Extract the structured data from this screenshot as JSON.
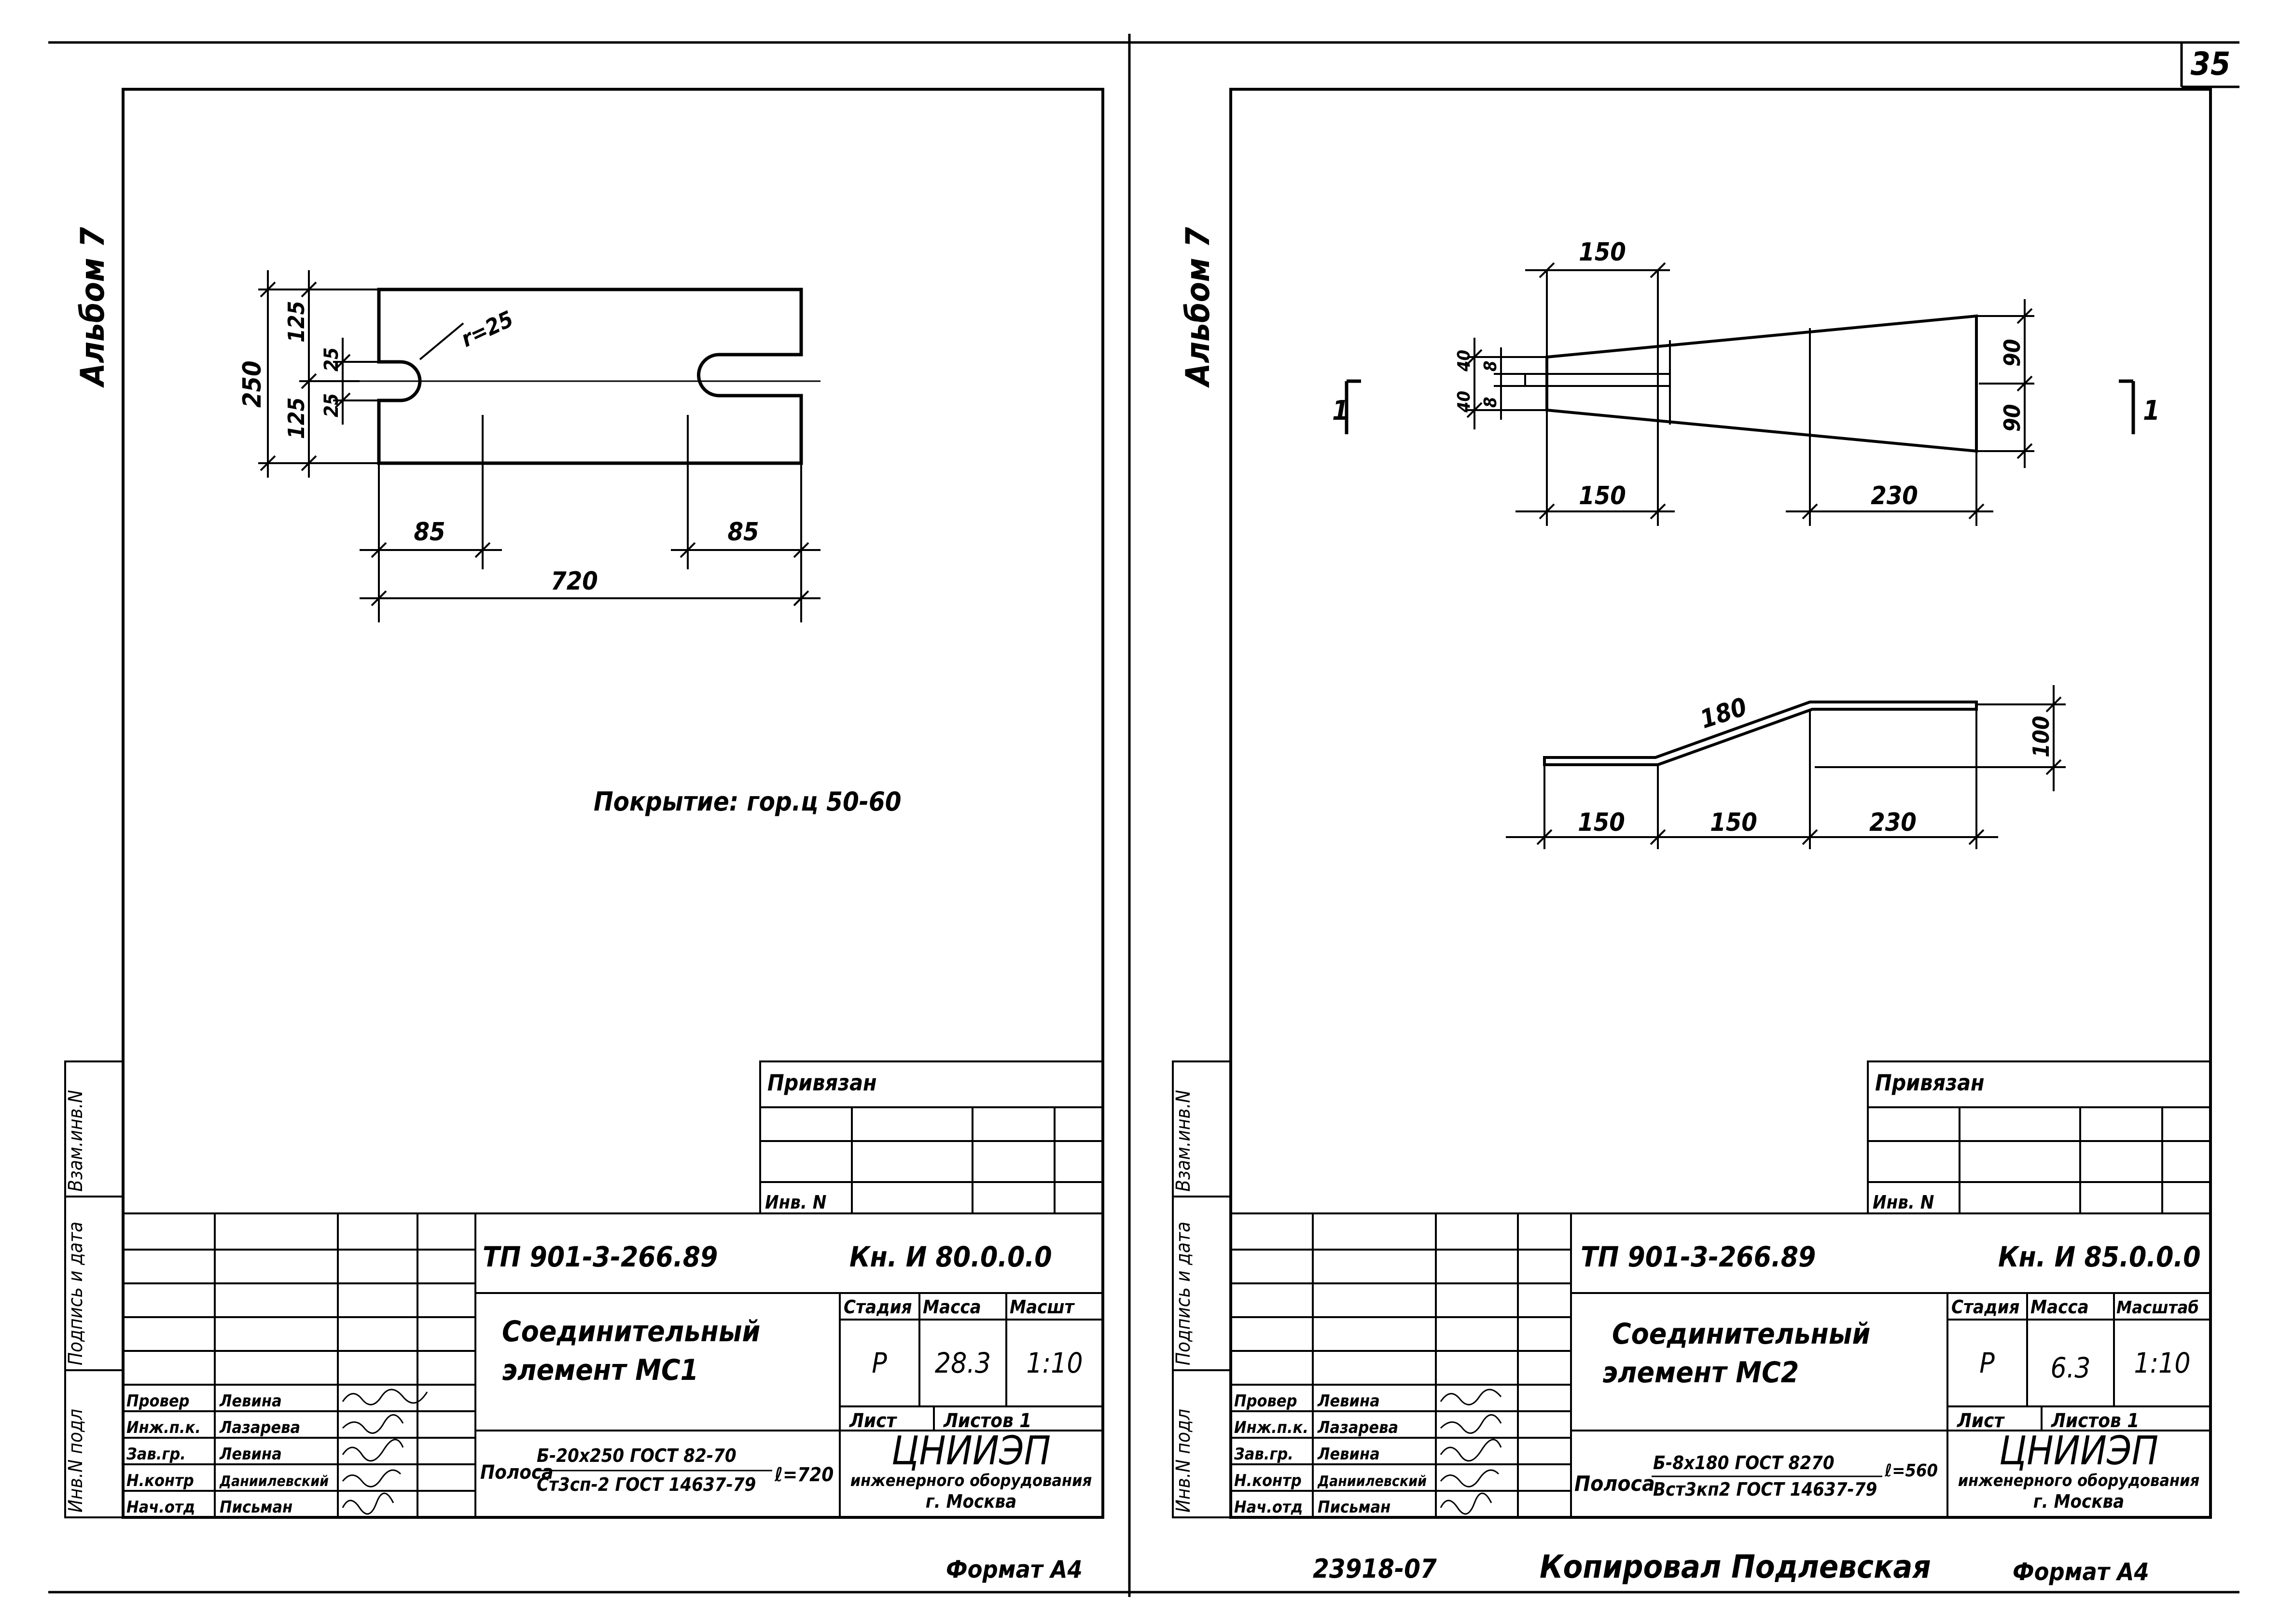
{
  "page_number": "35",
  "left": {
    "album": "Альбом 7",
    "side_stamp": {
      "inv_podl": "Инв.N подл",
      "podp_data": "Подпись и дата",
      "vzam_inv": "Взам.инв.N"
    },
    "dims": {
      "d250": "250",
      "d125a": "125",
      "d125b": "125",
      "d25a": "25",
      "d25b": "25",
      "radius": "r=25",
      "d85a": "85",
      "d85b": "85",
      "d720": "720"
    },
    "coating": "Покрытие: гор.ц 50-60",
    "privyazan": "Привязан",
    "inv_n": "Инв. N",
    "code": "ТП 901-3-266.89",
    "kn": "Кн. И 80.0.0.0",
    "title_line1": "Соединительный",
    "title_line2": "элемент   МС1",
    "h_stadiya": "Стадия",
    "h_massa": "Масса",
    "h_masht": "Масшт",
    "stadiya": "Р",
    "massa": "28.3",
    "masht": "1:10",
    "list": "Лист",
    "listov": "Листов 1",
    "roles": [
      "Провер",
      "Инж.п.к.",
      "Зав.гр.",
      "Н.контр",
      "Нач.отд"
    ],
    "names": [
      "Левина",
      "Лазарева",
      "Левина",
      "Даниилевский",
      "Письман"
    ],
    "material_label": "Полоса",
    "material_top": "Б-20x250 ГОСТ 82-70",
    "material_bottom": "Ст3сп-2 ГОСТ 14637-79",
    "length": "ℓ=720",
    "org": "ЦНИИЭП",
    "org_sub": "инженерного оборудования",
    "org_city": "г. Москва",
    "format": "Формат А4"
  },
  "right": {
    "album": "Альбом 7",
    "side_stamp": {
      "inv_podl": "Инв.N подл",
      "podp_data": "Подпись и дата",
      "vzam_inv": "Взам.инв.N"
    },
    "dims": {
      "top150": "150",
      "d40a": "40",
      "d40b": "40",
      "d8a": "8",
      "d8b": "8",
      "d90a": "90",
      "d90b": "90",
      "bot150": "150",
      "bot230": "230",
      "side180": "180",
      "d100": "100",
      "s150a": "150",
      "s150b": "150",
      "s230": "230"
    },
    "section_left": "1",
    "section_right": "1",
    "privyazan": "Привязан",
    "inv_n": "Инв. N",
    "code": "ТП 901-3-266.89",
    "kn": "Кн. И 85.0.0.0",
    "title_line1": "Соединительный",
    "title_line2": "элемент   МС2",
    "h_stadiya": "Стадия",
    "h_massa": "Масса",
    "h_masht": "Масштаб",
    "stadiya": "Р",
    "massa": "6.3",
    "masht": "1:10",
    "list": "Лист",
    "listov": "Листов 1",
    "roles": [
      "Провер",
      "Инж.п.к.",
      "Зав.гр.",
      "Н.контр",
      "Нач.отд"
    ],
    "names": [
      "Левина",
      "Лазарева",
      "Левина",
      "Даниилевский",
      "Письман"
    ],
    "material_label": "Полоса",
    "material_top": "Б-8x180 ГОСТ 8270",
    "material_bottom": "Вст3кп2 ГОСТ 14637-79",
    "length": "ℓ=560",
    "org": "ЦНИИЭП",
    "org_sub": "инженерного оборудования",
    "org_city": "г. Москва",
    "format": "Формат А4"
  },
  "copy_number": "23918-07",
  "copied_by": "Копировал Подлевская"
}
